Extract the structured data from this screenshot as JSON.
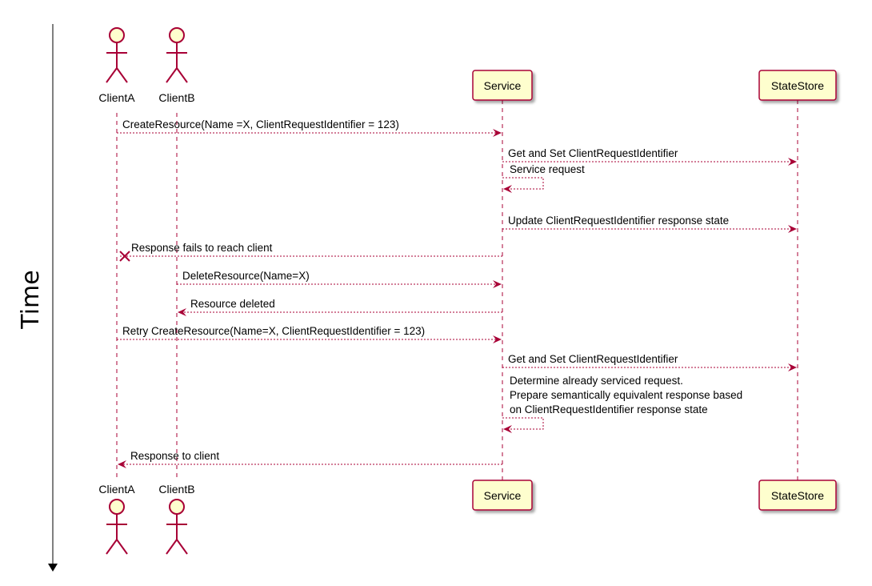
{
  "axis": {
    "label": "Time"
  },
  "participants": [
    {
      "id": "clientA",
      "name": "ClientA",
      "kind": "actor"
    },
    {
      "id": "clientB",
      "name": "ClientB",
      "kind": "actor"
    },
    {
      "id": "service",
      "name": "Service",
      "kind": "box"
    },
    {
      "id": "statestore",
      "name": "StateStore",
      "kind": "box"
    }
  ],
  "messages": [
    {
      "from": "clientA",
      "to": "service",
      "lines": [
        "CreateResource(Name =X, ClientRequestIdentifier = 123)"
      ]
    },
    {
      "from": "service",
      "to": "statestore",
      "lines": [
        "Get and Set ClientRequestIdentifier"
      ]
    },
    {
      "from": "service",
      "to": "service",
      "lines": [
        "Service request"
      ]
    },
    {
      "from": "service",
      "to": "statestore",
      "lines": [
        "Update ClientRequestIdentifier response state"
      ]
    },
    {
      "from": "service",
      "to": "clientA",
      "lines": [
        "Response fails to reach client"
      ],
      "lost": true
    },
    {
      "from": "clientB",
      "to": "service",
      "lines": [
        "DeleteResource(Name=X)"
      ]
    },
    {
      "from": "service",
      "to": "clientB",
      "lines": [
        "Resource deleted"
      ]
    },
    {
      "from": "clientA",
      "to": "service",
      "lines": [
        "Retry CreateResource(Name=X, ClientRequestIdentifier = 123)"
      ]
    },
    {
      "from": "service",
      "to": "statestore",
      "lines": [
        "Get and Set ClientRequestIdentifier"
      ]
    },
    {
      "from": "service",
      "to": "service",
      "lines": [
        "Determine already serviced request.",
        "Prepare semantically equivalent response based",
        "on ClientRequestIdentifier response state"
      ]
    },
    {
      "from": "service",
      "to": "clientA",
      "lines": [
        "Response to client"
      ]
    }
  ]
}
